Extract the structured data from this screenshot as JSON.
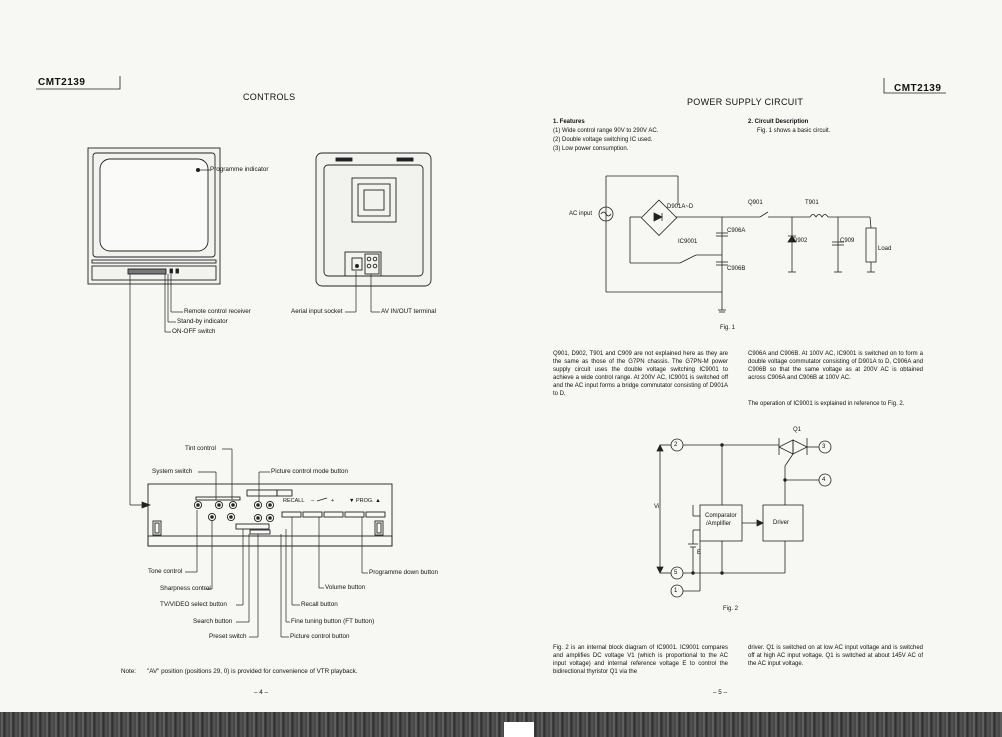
{
  "left_page": {
    "model": "CMT2139",
    "title": "CONTROLS",
    "tv_labels": {
      "programme_indicator": "Programme indicator",
      "remote_receiver": "Remote control receiver",
      "standby_indicator": "Stand-by indicator",
      "onoff_switch": "ON-OFF switch",
      "aerial_socket": "Aerial input socket",
      "av_terminal": "AV IN/OUT terminal"
    },
    "panel_labels": {
      "tint_control": "Tint control",
      "system_switch": "System switch",
      "picture_mode_button": "Picture control mode button",
      "tone_control": "Tone control",
      "sharpness_control": "Sharpness control",
      "tv_video_button": "TV/VIDEO select button",
      "search_button": "Search button",
      "preset_switch": "Preset switch",
      "programme_down": "Programme down button",
      "volume_button": "Volume button",
      "recall_button": "Recall button",
      "fine_tuning": "Fine tuning button (FT button)",
      "picture_control_button": "Picture control button"
    },
    "panel_text": {
      "recall": "RECALL",
      "minus": "–",
      "plus": "+",
      "prog": "▼ PROG. ▲"
    },
    "note_label": "Note:",
    "note": "\"AV\" position (positions 29, 0) is provided for convenience of VTR playback.",
    "page_number": "– 4 –"
  },
  "right_page": {
    "model": "CMT2139",
    "title": "POWER SUPPLY CIRCUIT",
    "features": {
      "heading": "1.  Features",
      "items": [
        "(1)  Wide control range 90V to 290V AC.",
        "(2)  Double voltage switching IC used.",
        "(3)  Low power consumption."
      ]
    },
    "circuit_description": {
      "heading": "2.  Circuit Description",
      "text": "Fig. 1 shows a basic circuit."
    },
    "fig1": {
      "caption": "Fig. 1",
      "ac_input": "AC input",
      "d901": "D901A~D",
      "q901": "Q901",
      "t901": "T901",
      "ic9001": "IC9001",
      "c906a": "C906A",
      "c906b": "C906B",
      "d902": "D902",
      "c909": "C909",
      "load": "Load"
    },
    "para1_left": "Q901, D902, T901 and C909 are not explained here as they are the same as those of the G7PN chassis. The G7PN-M power supply circuit uses the double voltage switching IC9001 to achieve a wide control range. At 200V AC, IC9001 is switched off and the AC input forms a bridge commutator consisting of D901A to D,",
    "para1_right": "C906A and C906B. At 100V AC, IC9001 is switched on to form a double voltage commutator consisting of D901A to D, C906A and C906B so that the same voltage as at 200V AC is obtained across C906A and C906B at 100V AC.",
    "para1_right_2": "The operation of IC9001 is explained in reference to Fig. 2.",
    "fig2": {
      "caption": "Fig. 2",
      "vi": "Vi",
      "e": "E",
      "q1": "Q1",
      "comparator": "Comparator",
      "amplifier": "/Amplifier",
      "driver": "Driver",
      "nodes": [
        "1",
        "2",
        "3",
        "4",
        "5"
      ]
    },
    "para2_left": "Fig. 2 is an internal block diagram of IC9001. IC9001 compares and amplifies DC voltage V1 (which is proportional to the AC input voltage) and internal reference voltage E to control the bidirectional thyristor Q1 via the",
    "para2_right": "driver. Q1 is switched on at low AC input voltage and is switched off at high AC input voltage. Q1 is switched at about 145V AC of the AC input voltage.",
    "page_number": "– 5 –"
  }
}
